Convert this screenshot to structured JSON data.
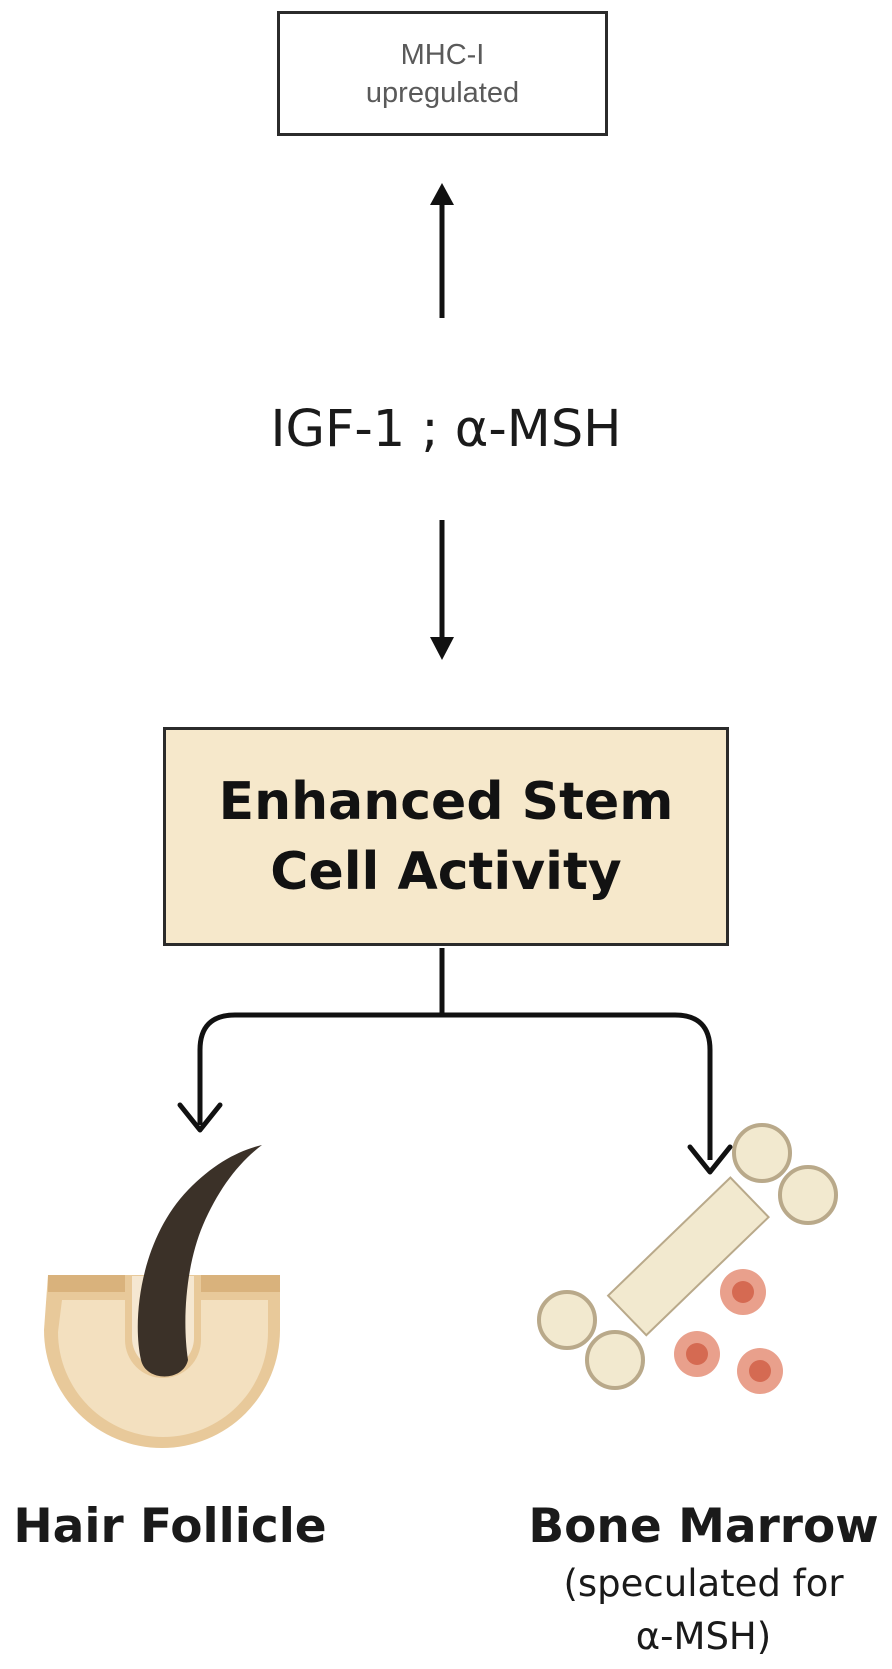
{
  "top_box": {
    "line1": "MHC-I",
    "line2": "upregulated"
  },
  "signal_label": "IGF-1 ; α-MSH",
  "main_box": {
    "line1": "Enhanced Stem",
    "line2": "Cell Activity"
  },
  "targets": {
    "hair": {
      "label": "Hair Follicle",
      "icon": "hair-follicle-icon"
    },
    "bone": {
      "label": "Bone Marrow",
      "note_line1": "(speculated for",
      "note_line2": "α-MSH)",
      "icon": "bone-marrow-icon"
    }
  },
  "colors": {
    "main_box_fill": "#f6e8cb",
    "skin_outer": "#e8c99a",
    "skin_inner": "#f3e0bf",
    "skin_stripe": "#d9b27c",
    "hair": "#3b3128",
    "bone_fill": "#f2e9cf",
    "bone_outline": "#b9a98a",
    "marrow_cell_outer": "#e9a08c",
    "marrow_cell_inner": "#d56a52",
    "arrow": "#111111"
  }
}
